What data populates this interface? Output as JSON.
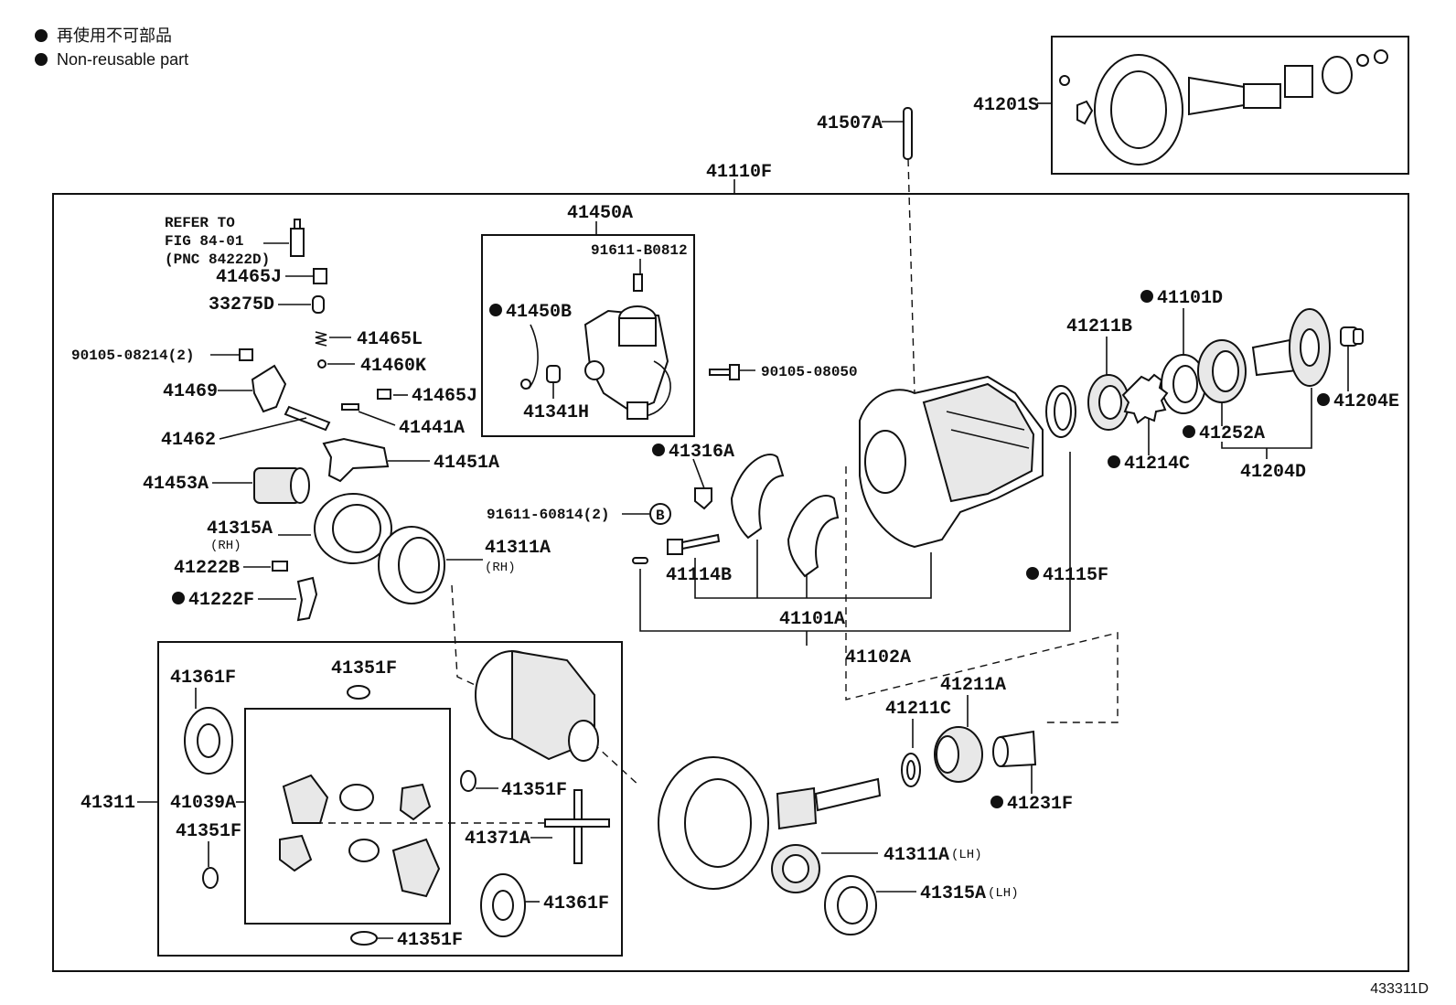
{
  "legend": {
    "line_jp": "再使用不可部品",
    "line_en": "Non-reusable part"
  },
  "figure_id": "433311D",
  "labels": {
    "p41201S": "41201S",
    "p41507A": "41507A",
    "p41110F": "41110F",
    "p41450A": "41450A",
    "p91611B0812": "91611-B0812",
    "p41450B": "41450B",
    "p41341H": "41341H",
    "p90105_08050": "90105-08050",
    "refer1": "REFER TO",
    "refer2": "FIG 84-01",
    "refer3": "(PNC 84222D)",
    "p41465J_a": "41465J",
    "p33275D": "33275D",
    "p41465L": "41465L",
    "p90105_08214": "90105-08214(2)",
    "p41460K": "41460K",
    "p41469": "41469",
    "p41465J_b": "41465J",
    "p41441A": "41441A",
    "p41462": "41462",
    "p41451A": "41451A",
    "p41453A": "41453A",
    "p41315A_rh": "41315A",
    "rh1": "(RH)",
    "p41311A_rh": "41311A",
    "rh2": "(RH)",
    "p41222B": "41222B",
    "p41222F": "41222F",
    "p41316A": "41316A",
    "p91611_60814": "91611-60814(2)",
    "b_mark": "B",
    "p41114B": "41114B",
    "p41101A": "41101A",
    "p41102A": "41102A",
    "p41115F": "41115F",
    "p41211B": "41211B",
    "p41101D": "41101D",
    "p41214C": "41214C",
    "p41252A": "41252A",
    "p41204D": "41204D",
    "p41204E": "41204E",
    "p41211A": "41211A",
    "p41211C": "41211C",
    "p41231F": "41231F",
    "p41361F_a": "41361F",
    "p41351F_a": "41351F",
    "p41311": "41311",
    "p41039A": "41039A",
    "p41351F_b": "41351F",
    "p41351F_c": "41351F",
    "p41371A": "41371A",
    "p41361F_b": "41361F",
    "p41351F_d": "41351F",
    "p41311A_lh": "41311A",
    "lh1": "(LH)",
    "p41315A_lh": "41315A",
    "lh2": "(LH)"
  }
}
